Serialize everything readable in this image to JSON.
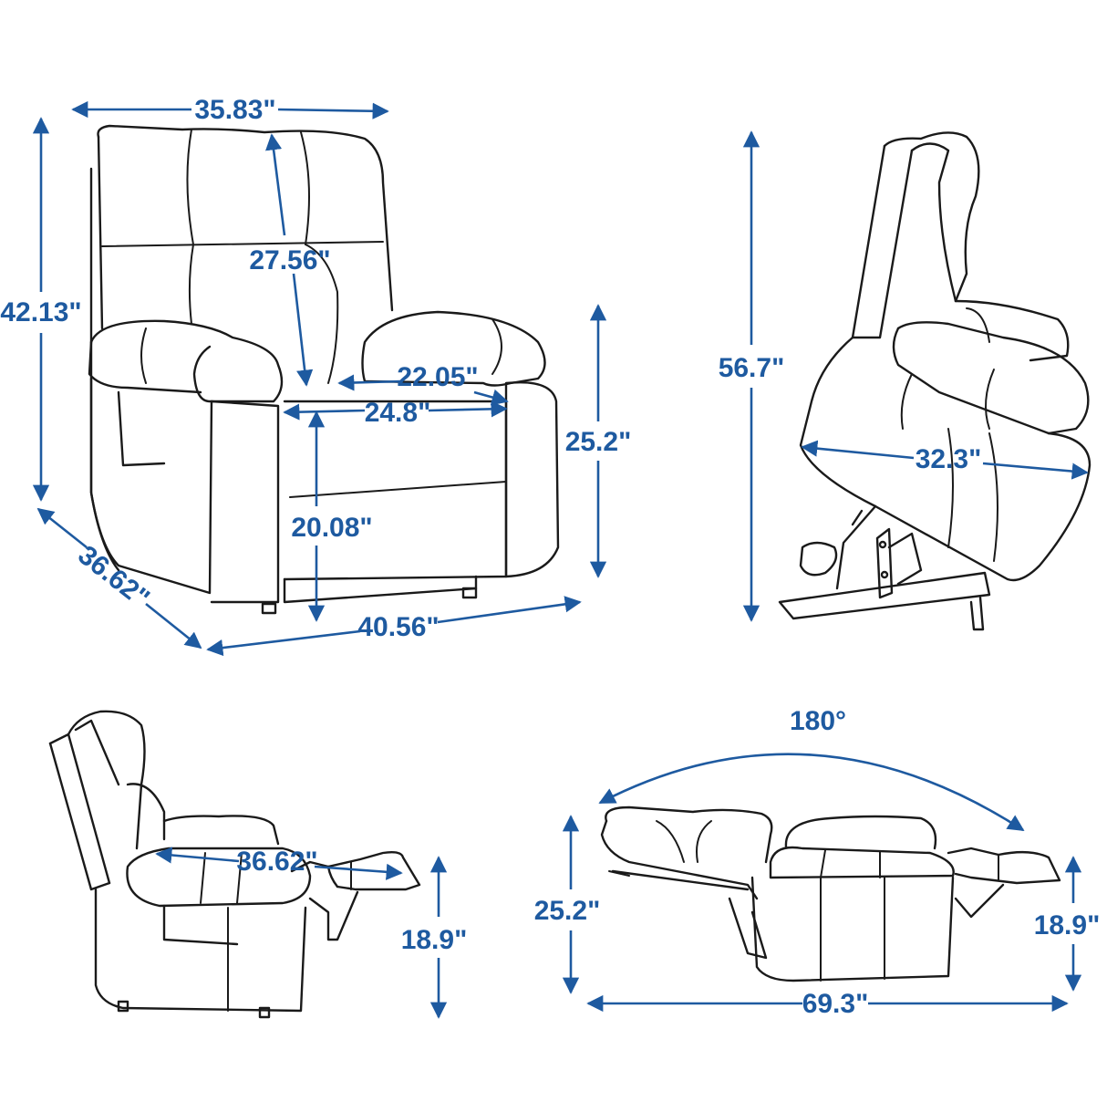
{
  "colors": {
    "dimension": "#1e5aa0",
    "outline": "#1a1a1a",
    "background": "#ffffff"
  },
  "views": {
    "front": {
      "width_top": "35.83\"",
      "height_total": "42.13\"",
      "backrest_height": "27.56\"",
      "seat_width_inner": "22.05\"",
      "seat_width": "24.8\"",
      "arm_height": "25.2\"",
      "seat_height": "20.08\"",
      "depth": "36.62\"",
      "width_base": "40.56\""
    },
    "lift": {
      "height": "56.7\"",
      "seat_depth": "32.3\""
    },
    "recline_partial": {
      "length": "36.62\"",
      "footrest_height": "18.9\""
    },
    "recline_full": {
      "angle": "180°",
      "back_height": "25.2\"",
      "footrest_height": "18.9\"",
      "total_length": "69.3\""
    }
  }
}
